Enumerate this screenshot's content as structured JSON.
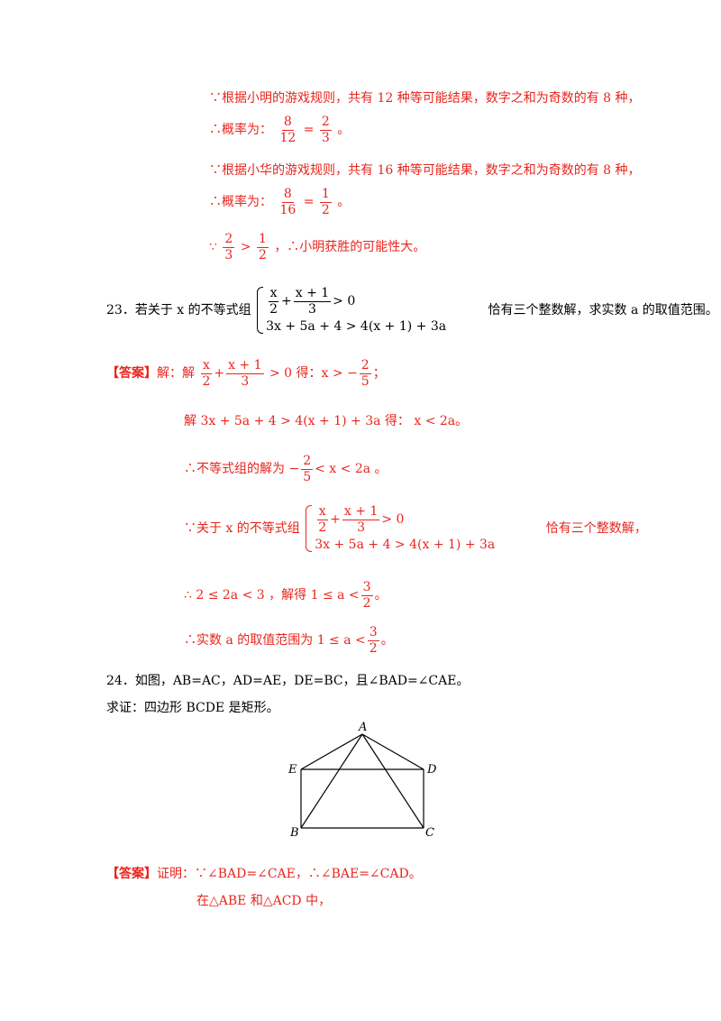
{
  "q22": {
    "l1": "∵根据小明的游戏规则，共有 12 种等可能结果，数字之和为奇数的有 8 种，",
    "l2_prefix": "∴概率为：",
    "l2_f1": {
      "num": "8",
      "den": "12"
    },
    "l2_eq": "=",
    "l2_f2": {
      "num": "2",
      "den": "3"
    },
    "l2_suffix": "。",
    "l3": "∵根据小华的游戏规则，共有 16 种等可能结果，数字之和为奇数的有 8 种，",
    "l4_prefix": "∴概率为：",
    "l4_f1": {
      "num": "8",
      "den": "16"
    },
    "l4_eq": "=",
    "l4_f2": {
      "num": "1",
      "den": "2"
    },
    "l4_suffix": "。",
    "l5_prefix": "∵",
    "l5_f1": {
      "num": "2",
      "den": "3"
    },
    "l5_gt": ">",
    "l5_f2": {
      "num": "1",
      "den": "2"
    },
    "l5_suffix": "，∴小明获胜的可能性大。"
  },
  "q23": {
    "prefix": "23．若关于 x 的不等式组",
    "row1_f1": {
      "num": "x",
      "den": "2"
    },
    "row1_plus": "+",
    "row1_f2": {
      "num": "x + 1",
      "den": "3"
    },
    "row1_tail": "> 0",
    "row2": "3x + 5a + 4 > 4(x + 1) + 3a",
    "suffix": "恰有三个整数解，求实数 a 的取值范围。",
    "ans_label": "【答案】",
    "ans_l1_pre": "解：解",
    "ans_l1_f1": {
      "num": "x",
      "den": "2"
    },
    "ans_l1_plus": "+",
    "ans_l1_f2": {
      "num": "x + 1",
      "den": "3"
    },
    "ans_l1_mid": "> 0 得：x > −",
    "ans_l1_f3": {
      "num": "2",
      "den": "5"
    },
    "ans_l1_end": "；",
    "ans_l2_pre": "解",
    "ans_l2_expr": "3x + 5a + 4 > 4(x + 1) + 3a",
    "ans_l2_mid": "得：",
    "ans_l2_res": "x < 2a",
    "ans_l2_end": "。",
    "ans_l3_pre": "∴不等式组的解为 −",
    "ans_l3_f": {
      "num": "2",
      "den": "5"
    },
    "ans_l3_end": "< x < 2a 。",
    "ans_l4_pre": "∵关于 x 的不等式组",
    "ans_l4_suffix": "恰有三个整数解，",
    "ans_l5_pre": "∴ 2 ≤ 2a < 3 ，解得 1 ≤ a <",
    "ans_l5_f": {
      "num": "3",
      "den": "2"
    },
    "ans_l5_end": "。",
    "ans_l6_pre": "∴实数 a 的取值范围为 1 ≤ a <",
    "ans_l6_f": {
      "num": "3",
      "den": "2"
    },
    "ans_l6_end": "。"
  },
  "q24": {
    "l1": "24．如图，AB=AC，AD=AE，DE=BC，且∠BAD=∠CAE。",
    "l2": "求证：四边形 BCDE 是矩形。",
    "labels": {
      "A": "A",
      "E": "E",
      "D": "D",
      "B": "B",
      "C": "C"
    },
    "ans_label": "【答案】",
    "ans_l1": "证明：∵∠BAD=∠CAE，∴∠BAE=∠CAD。",
    "ans_l2": "在△ABE 和△ACD 中，"
  },
  "colors": {
    "answer": "#e8251d",
    "text": "#000000"
  }
}
